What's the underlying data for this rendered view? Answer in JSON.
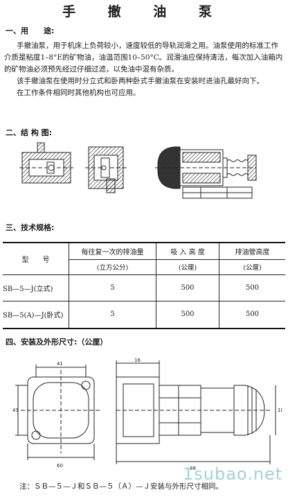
{
  "title": "手 撤 油 泵",
  "sections": {
    "usage": {
      "heading": "一、用　　途:",
      "paragraphs": [
        "手撤油泵，用于机床上负荷较小，速度较低的导轨润滑之用。油泵使用的标准工作介质是粘度1–8°E的矿物油，油温范围10–50°C。润滑油应保持清洁，每次加入油箱内的矿物油必须预先经过仔细过滤，以免油中混有杂质。",
        "该手撤油泵在使用时分立式和卧两种卧式手撤油泵在安装时进油孔最好向下。",
        "在工作条件相同时其他机构也可应用。"
      ]
    },
    "structure": {
      "heading": "二、结 构 图:"
    },
    "specs": {
      "heading": "三、技术规格:",
      "header": {
        "model": "型　　号",
        "col1": "每往复一次的排油量",
        "col1_unit": "(立方公分)",
        "col2": "吸 入 高 度",
        "col2_unit": "(公厘)",
        "col3": "排油管高度",
        "col3_unit": "(公厘)"
      },
      "rows": [
        {
          "model": "SB—5—J(立式)",
          "v1": "5",
          "v2": "500",
          "v3": "500"
        },
        {
          "model": "SB—5(A)—J(卧式)",
          "v1": "5",
          "v2": "500",
          "v3": "500"
        }
      ]
    },
    "install": {
      "heading": "四、安装及外形尺寸:（公厘）"
    }
  },
  "drawing_dims": {
    "d1": "41",
    "d2": "60",
    "d3": "41",
    "d4": "16",
    "d5": "88",
    "d6": "10"
  },
  "note": "注：ＳＢ—５—Ｊ和ＳＢ—５（Ａ）—Ｊ安装与外形尺寸相同。",
  "watermark": "1subao.net"
}
